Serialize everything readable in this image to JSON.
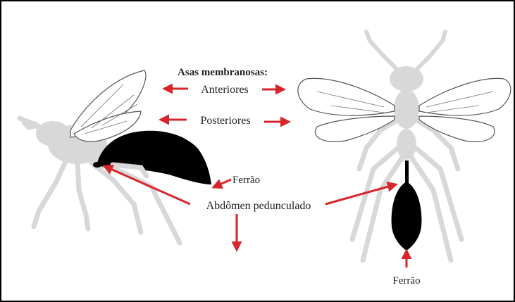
{
  "labels": {
    "heading": "Asas membranosas:",
    "anterior": "Anteriores",
    "posterior": "Posteriores",
    "stinger_left": "Ferrão",
    "abdomen": "Abdômen pedunculado",
    "stinger_right": "Ferrão"
  },
  "colors": {
    "silhouette": "#d8d8d8",
    "abdomen": "#000000",
    "arrow": "#d7262b",
    "wing_stroke": "#555555"
  }
}
